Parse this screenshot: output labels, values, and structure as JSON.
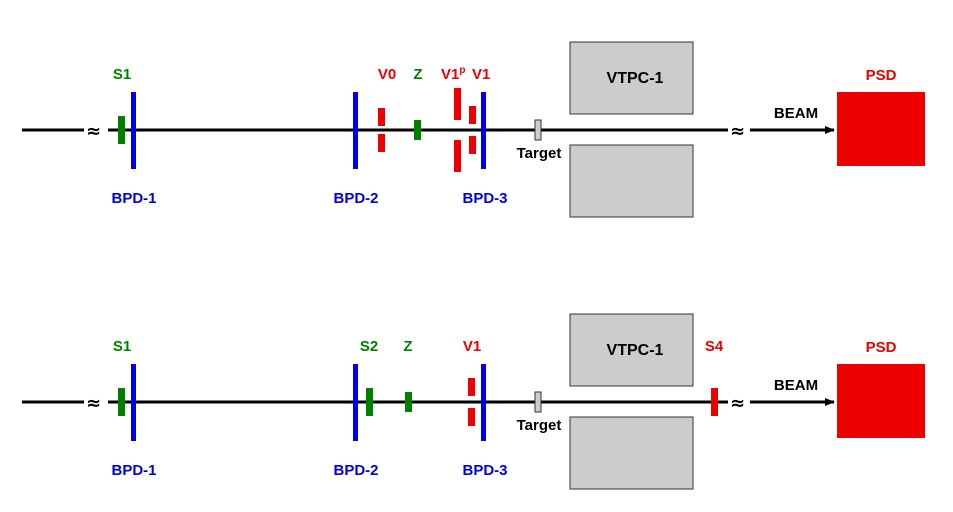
{
  "colors": {
    "blue": "#0000ee",
    "green": "#008000",
    "red": "#ee0000",
    "gray": "#cccccc",
    "black": "#000000"
  },
  "top": {
    "s1": "S1",
    "v0": "V0",
    "z": "Z",
    "v1p": "V1",
    "v1p_sup": "p",
    "v1": "V1",
    "target": "Target",
    "vtpc": "VTPC-1",
    "beam": "BEAM",
    "psd": "PSD",
    "bpd1": "BPD-1",
    "bpd2": "BPD-2",
    "bpd3": "BPD-3"
  },
  "bottom": {
    "s1": "S1",
    "s2": "S2",
    "z": "Z",
    "v1": "V1",
    "s4": "S4",
    "target": "Target",
    "vtpc": "VTPC-1",
    "beam": "BEAM",
    "psd": "PSD",
    "bpd1": "BPD-1",
    "bpd2": "BPD-2",
    "bpd3": "BPD-3"
  }
}
